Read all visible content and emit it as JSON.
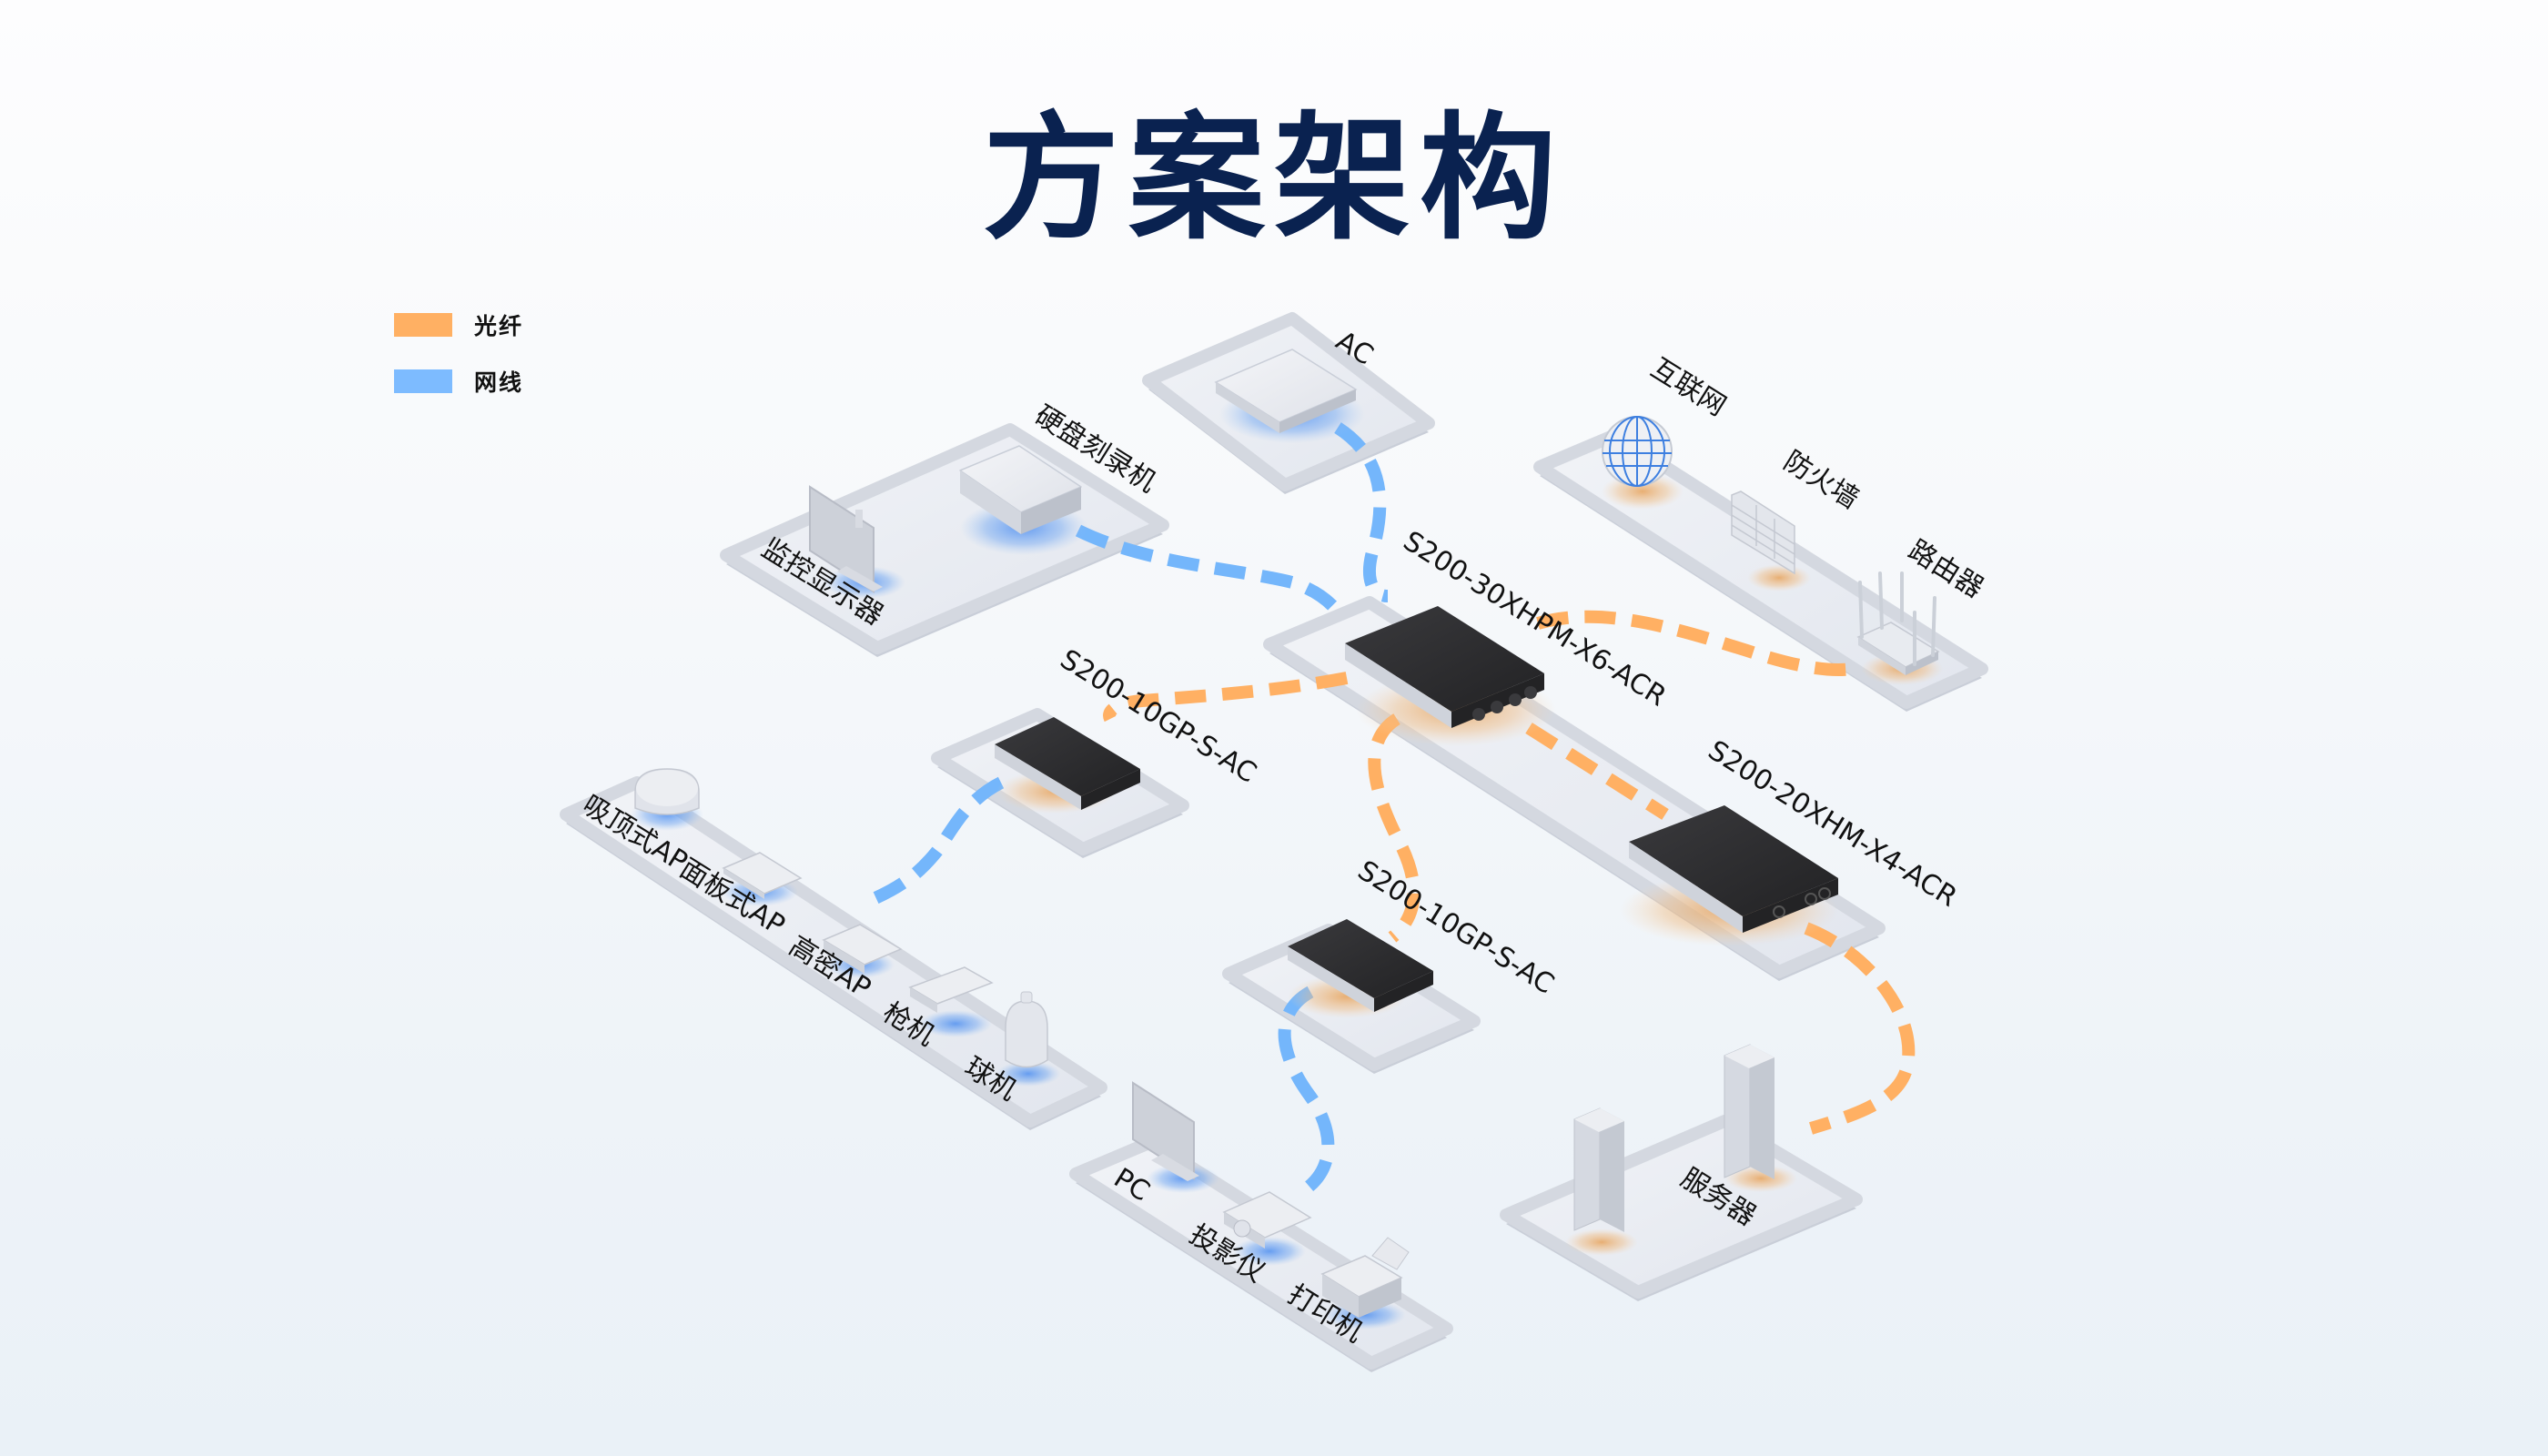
{
  "title": "方案架构",
  "legend": {
    "items": [
      {
        "label": "光纤",
        "color": "#ffb063",
        "kind": "fiber"
      },
      {
        "label": "网线",
        "color": "#7dbbff",
        "kind": "ethernet"
      }
    ]
  },
  "colors": {
    "fiber": "#ffb063",
    "ethernet": "#74b6fb",
    "title": "#0a2250",
    "platform": "#e6e9f0",
    "switch_body": "#2b2b2d"
  },
  "nodes": {
    "ac": {
      "label": "AC"
    },
    "nvr": {
      "label": "硬盘刻录机"
    },
    "monitor": {
      "label": "监控显示器"
    },
    "internet": {
      "label": "互联网"
    },
    "firewall": {
      "label": "防火墙"
    },
    "router": {
      "label": "路由器"
    },
    "core_switch": {
      "label": "S200-30XHPM-X6-ACR"
    },
    "access_switch_left": {
      "label": "S200-10GP-S-AC"
    },
    "agg_switch": {
      "label": "S200-20XHM-X4-ACR"
    },
    "access_switch_lower": {
      "label": "S200-10GP-S-AC"
    },
    "ceiling_ap": {
      "label": "吸顶式AP"
    },
    "panel_ap": {
      "label": "面板式AP"
    },
    "hd_ap": {
      "label": "高密AP"
    },
    "bullet_cam": {
      "label": "枪机"
    },
    "dome_cam": {
      "label": "球机"
    },
    "pc": {
      "label": "PC"
    },
    "projector": {
      "label": "投影仪"
    },
    "printer": {
      "label": "打印机"
    },
    "servers": {
      "label": "服务器"
    }
  },
  "links": [
    {
      "from": "ac",
      "to": "core_switch",
      "type": "ethernet"
    },
    {
      "from": "nvr",
      "to": "core_switch",
      "type": "ethernet"
    },
    {
      "from": "router",
      "to": "core_switch",
      "type": "fiber"
    },
    {
      "from": "core_switch",
      "to": "access_switch_left",
      "type": "fiber"
    },
    {
      "from": "core_switch",
      "to": "agg_switch",
      "type": "fiber"
    },
    {
      "from": "core_switch",
      "to": "access_switch_lower",
      "type": "fiber"
    },
    {
      "from": "access_switch_left",
      "to": "ap_camera_group",
      "type": "ethernet"
    },
    {
      "from": "access_switch_lower",
      "to": "office_group",
      "type": "ethernet"
    },
    {
      "from": "agg_switch",
      "to": "servers",
      "type": "fiber"
    }
  ]
}
